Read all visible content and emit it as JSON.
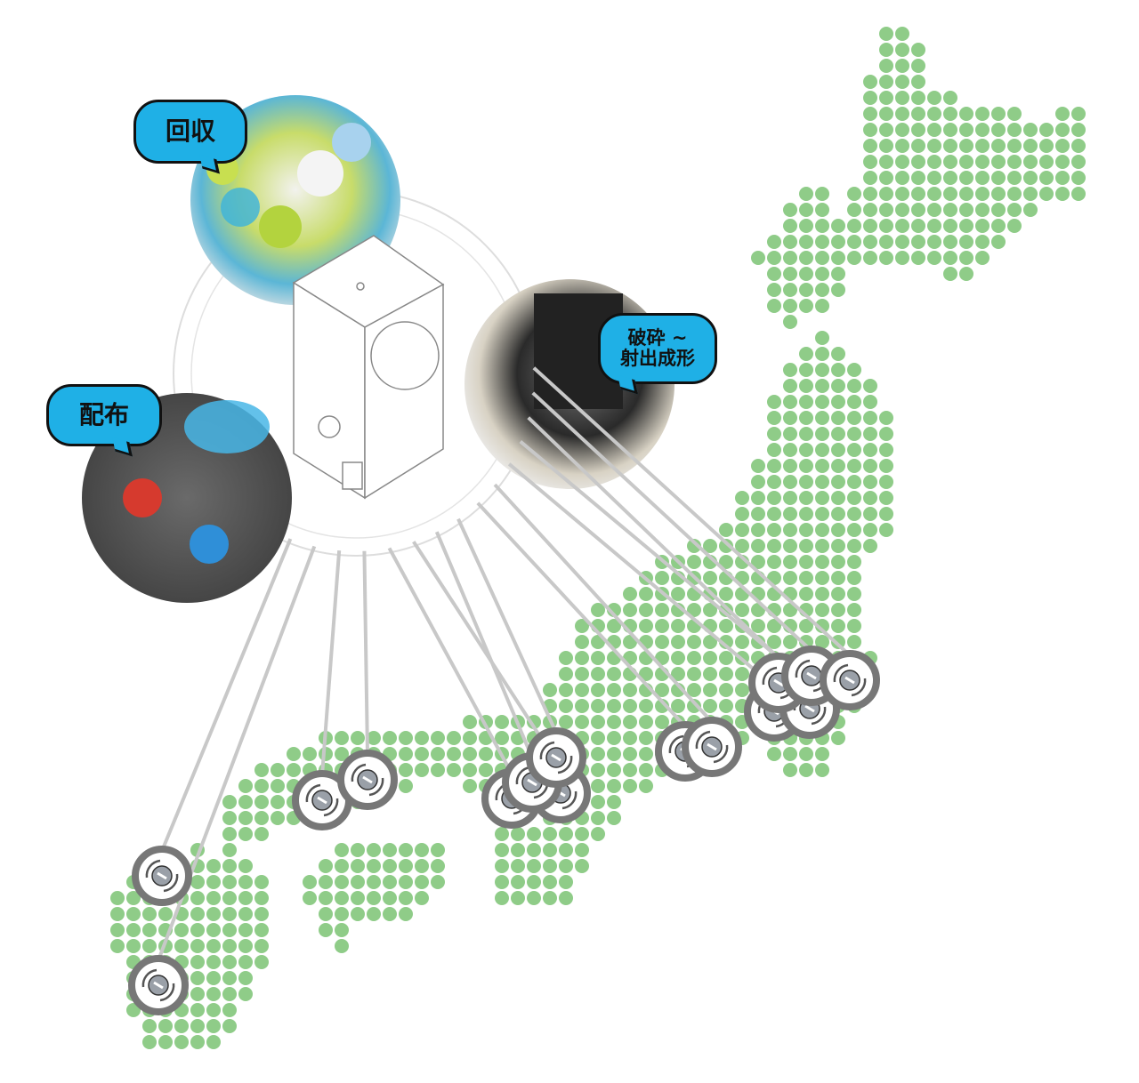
{
  "labels": {
    "collect": "回収",
    "process_line1": "破砕 ~",
    "process_line2": "射出成形",
    "distribute": "配布"
  },
  "colors": {
    "map_dot": "#8fcc88",
    "bubble": "#1fb0e6",
    "marker_ring": "#777777",
    "connector": "#c8c8c8"
  },
  "icons": {
    "marker": "recycle-machine-marker-icon",
    "machine": "cap-recycling-machine-icon"
  }
}
